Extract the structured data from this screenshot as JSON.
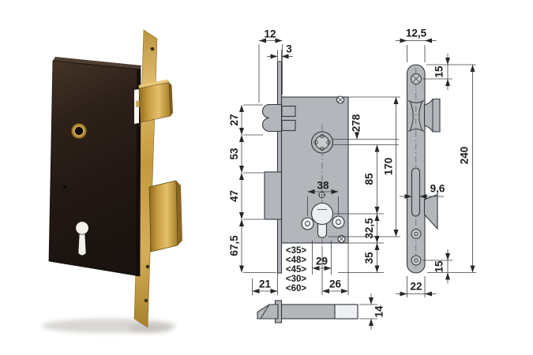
{
  "front_view": {
    "dims": {
      "d12": "12",
      "d3": "3",
      "d27": "27",
      "d53": "53",
      "d47": "47",
      "d67_5": "67,5",
      "d38": "38",
      "d29": "29",
      "d21": "21",
      "d26": "26",
      "d278": "278",
      "d85": "85",
      "d170": "170",
      "d32_5": "32,5",
      "d35": "35",
      "d14": "14"
    },
    "sizes": [
      "<35>",
      "<48>",
      "<45>",
      "<30>",
      "<60>"
    ]
  },
  "side_view": {
    "dims": {
      "d12_5": "12,5",
      "d15_top": "15",
      "d240": "240",
      "d9_6": "9,6",
      "d15_bottom": "15",
      "d22": "22"
    }
  },
  "colors": {
    "background": "#ffffff",
    "drawing_fill": "#b3b7bb",
    "drawing_line": "#34383c",
    "brass": "#c49a3c",
    "lock_body": "#241a15"
  }
}
